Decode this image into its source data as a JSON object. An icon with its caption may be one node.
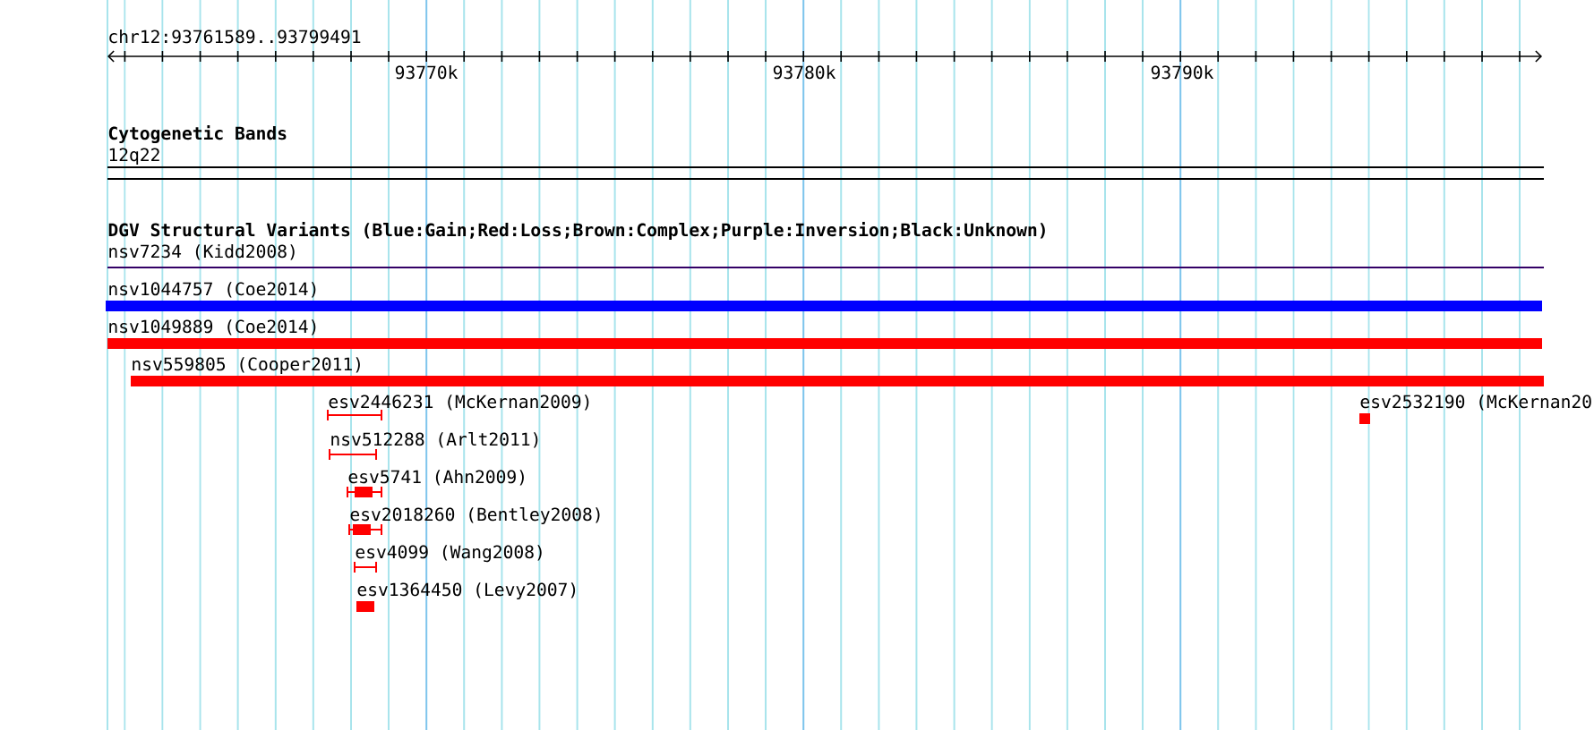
{
  "diagram": {
    "labels": [
      "chr12:93761589..93799491",
      "93770k",
      "93780k",
      "93790k",
      "Cytogenetic Bands",
      "12q22",
      "DGV Structural Variants (Blue:Gain;Red:Loss;Brown:Complex;Purple:Inversion;Black:Unknown)",
      "nsv7234 (Kidd2008)",
      "nsv1044757 (Coe2014)",
      "nsv1049889 (Coe2014)",
      "nsv559805 (Cooper2011)",
      "esv2446231 (McKernan2009)",
      "esv2532190 (McKernan20",
      "nsv512288 (Arlt2011)",
      "esv5741 (Ahn2009)",
      "esv2018260 (Bentley2008)",
      "esv4099 (Wang2008)",
      "esv1364450 (Levy2007)"
    ]
  }
}
